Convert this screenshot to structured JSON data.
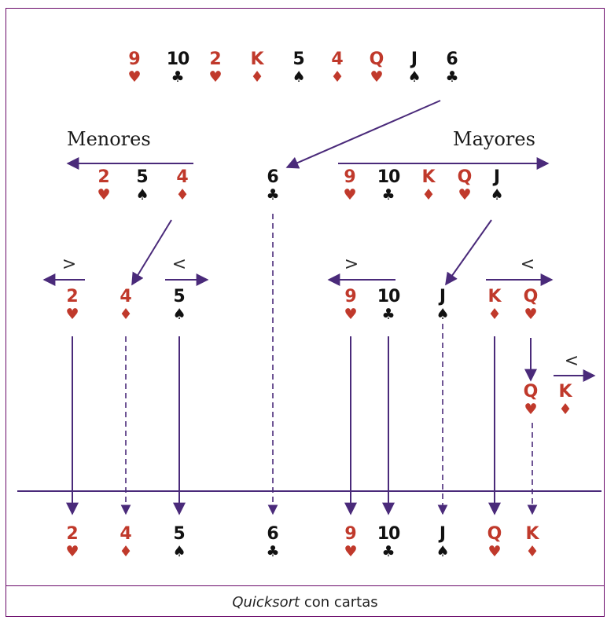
{
  "labels": {
    "menores": "Menores",
    "mayores": "Mayores"
  },
  "comparators": {
    "greater": ">",
    "less": "<"
  },
  "caption": {
    "term": "Quicksort",
    "rest": " con cartas"
  },
  "colors": {
    "red": "#c0392b",
    "black": "#111111",
    "arrow": "#4a2a7a",
    "border": "#6a0a6a"
  },
  "rows": {
    "initial": [
      {
        "rank": "9",
        "suit": "♥",
        "color": "red"
      },
      {
        "rank": "10",
        "suit": "♣",
        "color": "black"
      },
      {
        "rank": "2",
        "suit": "♥",
        "color": "red"
      },
      {
        "rank": "K",
        "suit": "♦",
        "color": "red"
      },
      {
        "rank": "5",
        "suit": "♠",
        "color": "black"
      },
      {
        "rank": "4",
        "suit": "♦",
        "color": "red"
      },
      {
        "rank": "Q",
        "suit": "♥",
        "color": "red"
      },
      {
        "rank": "J",
        "suit": "♠",
        "color": "black"
      },
      {
        "rank": "6",
        "suit": "♣",
        "color": "black"
      }
    ],
    "level1_left": [
      {
        "rank": "2",
        "suit": "♥",
        "color": "red"
      },
      {
        "rank": "5",
        "suit": "♠",
        "color": "black"
      },
      {
        "rank": "4",
        "suit": "♦",
        "color": "red"
      }
    ],
    "level1_pivot": [
      {
        "rank": "6",
        "suit": "♣",
        "color": "black"
      }
    ],
    "level1_right": [
      {
        "rank": "9",
        "suit": "♥",
        "color": "red"
      },
      {
        "rank": "10",
        "suit": "♣",
        "color": "black"
      },
      {
        "rank": "K",
        "suit": "♦",
        "color": "red"
      },
      {
        "rank": "Q",
        "suit": "♥",
        "color": "red"
      },
      {
        "rank": "J",
        "suit": "♠",
        "color": "black"
      }
    ],
    "level2": [
      {
        "rank": "2",
        "suit": "♥",
        "color": "red"
      },
      {
        "rank": "4",
        "suit": "♦",
        "color": "red"
      },
      {
        "rank": "5",
        "suit": "♠",
        "color": "black"
      },
      {
        "rank": "9",
        "suit": "♥",
        "color": "red"
      },
      {
        "rank": "10",
        "suit": "♣",
        "color": "black"
      },
      {
        "rank": "J",
        "suit": "♠",
        "color": "black"
      },
      {
        "rank": "K",
        "suit": "♦",
        "color": "red"
      },
      {
        "rank": "Q",
        "suit": "♥",
        "color": "red"
      }
    ],
    "level3": [
      {
        "rank": "Q",
        "suit": "♥",
        "color": "red"
      },
      {
        "rank": "K",
        "suit": "♦",
        "color": "red"
      }
    ],
    "sorted": [
      {
        "rank": "2",
        "suit": "♥",
        "color": "red"
      },
      {
        "rank": "4",
        "suit": "♦",
        "color": "red"
      },
      {
        "rank": "5",
        "suit": "♠",
        "color": "black"
      },
      {
        "rank": "6",
        "suit": "♣",
        "color": "black"
      },
      {
        "rank": "9",
        "suit": "♥",
        "color": "red"
      },
      {
        "rank": "10",
        "suit": "♣",
        "color": "black"
      },
      {
        "rank": "J",
        "suit": "♠",
        "color": "black"
      },
      {
        "rank": "Q",
        "suit": "♥",
        "color": "red"
      },
      {
        "rank": "K",
        "suit": "♦",
        "color": "red"
      }
    ]
  }
}
